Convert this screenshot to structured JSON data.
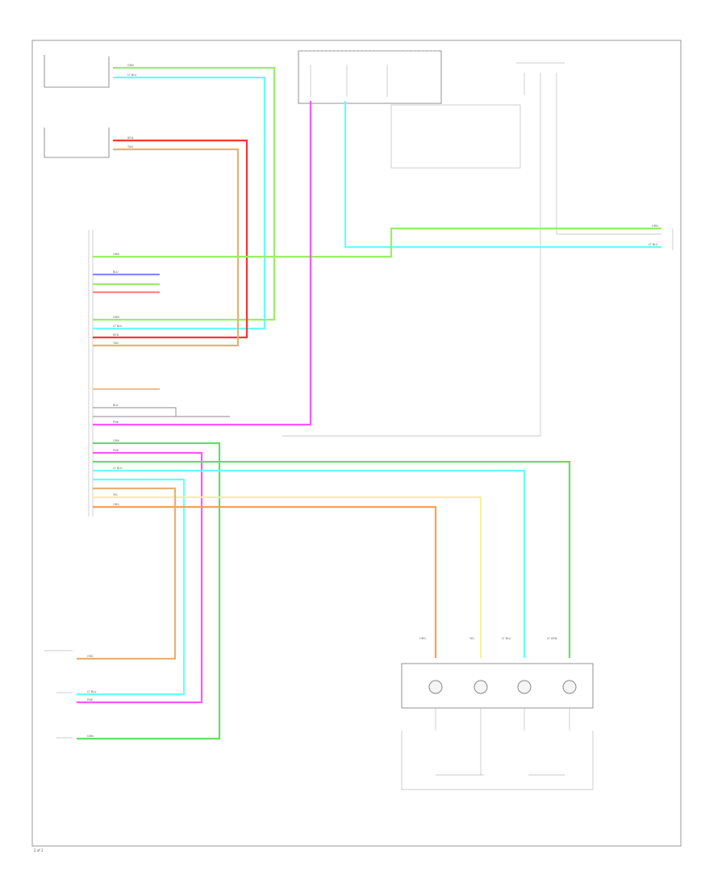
{
  "colors": {
    "green": "#33dd33",
    "light_green": "#99ee66",
    "light_blue": "#66ffff",
    "red": "#ff3333",
    "tan": "#e8b070",
    "pink": "#ff55ff",
    "orange": "#f5a050",
    "yellow": "#ffee99",
    "blue": "#8888ff",
    "frame": "#999999"
  },
  "labels": {
    "c_grn": "GRN",
    "c_ltblu": "LT BLU",
    "c_red": "RED",
    "c_tan": "TAN",
    "c_pnk": "PNK",
    "c_org": "ORG",
    "c_yel": "YEL",
    "c_blu": "BLU",
    "c_blk": "BLK",
    "c_ltgrn": "LT GRN",
    "page_num": "2 of 2"
  }
}
